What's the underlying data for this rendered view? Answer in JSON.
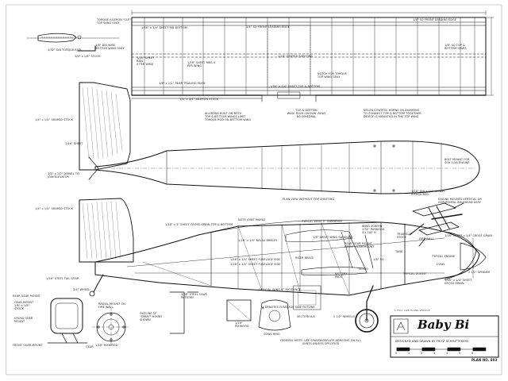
{
  "labels": {
    "top_front_leading_edge": "1/4\" SQ FRONT LEADING EDGE",
    "top_front_leading_edge_r": "1/4\" SQ FRONT LEADING EDGE",
    "top_sheet_rib_bottom": "1/16\" x 1/4\" SHEET RIB BOTTOM",
    "top_sheet_ribs_1": "1/16\" SHEET RIBS\n4 PER WING",
    "top_sheet_ribs_2": "1/16\" SHEET RIBS 4 PER WING",
    "center_sheeting": "1/16\" CENTER SHEETING",
    "top_trailing_edge": "1/8\" x 1/2\" REAR TRAILING EDGE",
    "aileron_stock": "1/4\" x 3/4\" AILERON STOCK",
    "top_rib_cap": "1/16\" x 1/4\" SHEET TOP & BOTTOM",
    "top_bottom_wing": "1/8\" SQ TOP &\nBOTTOM SPARS",
    "notch": "NOTCH FOR TORQUE\nTOP WING ONLY",
    "tongue_aileron": "TORQUE AILERON \"CUT\"\nTOP WING ONLY",
    "torque_rod": "3/32\" DIA TORQUE ROD",
    "stock_top": "3/4\" x 1/8\" STOCK",
    "bottom_wing_only": "1/8\" DIA WIRE\nBOTTOM WING ONLY",
    "ailerons_note": "AILERONS BUILT ON BOTH\nTOP & BOTTOM WINGS LIMIT\nTORQUE ROD ON BOTTOM WING",
    "top_bottom_view": "TOP & BOTTOM\nWING PLAN (SHOWN VIEW)\nNO DIHEDRAL",
    "bellcrank_note": "NYLON CONTROL HORNS ON AILERONS\nTO CONNECT TOP & BOTTOM TOGETHER\nDEVICE IS MOUNTED IN THE TOP WING",
    "shaped_stock_top": "1/4\" x 1/4\" SHAPED STOCK",
    "sheet_tail": "1/16\" SHEET",
    "dowel_elevator": "1/4\" x 1/2\" DOWEL TO\nJOIN ELEVATOR",
    "plan_view": "PLAN VIEW  WITHOUT TOP SHEETING",
    "dia_dowel": "1/16\" DIA x 1/4\" DOWEL\n4 REQUIRED",
    "engine_mounts": "ENGINE MOUNTS VERTICAL OR\nHORIZONTAL BULKHEAD ASSY",
    "cowl_note": "BOLT MOUNT FOR\nCOX 1/2A ENGINE",
    "shaped_stock_side": "1/4\" x 1/4\" SHAPED STOCK",
    "fuse_crossgrain": "1/16\" x 3\" SHEET CROSS GRAIN  TOP & BOTTOM",
    "note_joint": "NOTE JOINT MARKS",
    "typical_wing_incidence": "TYPICAL WING 0° INCIDENCE",
    "wing_saddles": "1/8\" SHEET WING SADDLES",
    "wing_screen": "WING SCREEN\n1/32\" PLYWOOD\n3 x 1/8\" B",
    "rear_gear_mount": "REAR GEAR MOUNT\nFRONT GEAR MOUNT",
    "triangle_stock": "TRIANGLE\nSTOCK",
    "fire_wall": "FIRE WALL",
    "crossgrain_front": "1/16\" SHEET x 1/4\" CROSS GRAIN",
    "typical_engine": "TYPICAL ENGINE",
    "cowl_rings": "1/16\" x 1/4\" BALSA BRACES",
    "fuse_side": "1/16\" x 1/4\" SHEET FUSELAGE SIDE",
    "fuse_side_2": "1/16\" x 1/4\" SHEET FUSELAGE SIDE",
    "riser_brace": "RISER BRACE",
    "typical_gusset": "TYPICAL GUSSET",
    "battery_pack": "BATTERY\nPACK",
    "servo": "SERVO",
    "s_square_stock": "1/8\" SQ",
    "official_incidence": "OFFICIAL WING 0° INCIDENCE",
    "denotes_outline": "▲ DENOTES FUSELAGE SIDE OUTLINE",
    "section_aa": "SECTION A-A",
    "wheels": "2 1/2\" WHEELS",
    "steel_tail_gear": "1/16\" STEEL TAIL GEAR",
    "wheel_3_4": "3/4\" WHEEL",
    "steel_gear_pattern": "3/32\" STEEL GEAR\nPATTERN",
    "radial_mount": "RADIAL MOUNT ON\nFIRE WALL",
    "outline_mount": "OUTLINE OF\n\"SPRAT\" MOUNT\nSHOWN",
    "plywood_1": "1/16\" PLYWOOD",
    "plywood_2": "1/16\"\nPLYWOOD",
    "cowl_ring": "COWL RING",
    "cowl": "COWL",
    "rear_gear_mount_l": "REAR GEAR MOUNT",
    "gear_mount_2": "GEAR MOUNT\n1/8\" x 1/8\"\nSTOCK",
    "cross_gear_mount": "CROSS GEAR\nMOUNT",
    "front_gear_mount": "FRONT GEAR MOUNT",
    "gear": "GEAR",
    "general_note": "GENERAL NOTE: USE CYANOACRYLATE ADHESIVE ON ALL\nJOINTS UNLESS SPECIFIED",
    "spinner": "2 1/2\" SPINNER",
    "tank_note": "TANK",
    "s_sheet_cross": "1/16\" x 1/4\" SHEET\nCROSS GRAIN"
  },
  "title_block": {
    "title": "Baby Bi",
    "credit": "DESIGNED AND DRAWN BY  FRITZ SCHMITTEKERS",
    "scale_numbers": [
      "0",
      "1",
      "2",
      "3",
      "4",
      "5",
      "6"
    ],
    "plan_number": "PLAN NO. 803",
    "copyright": "© FULL SIZE PLANS SERVICE"
  }
}
